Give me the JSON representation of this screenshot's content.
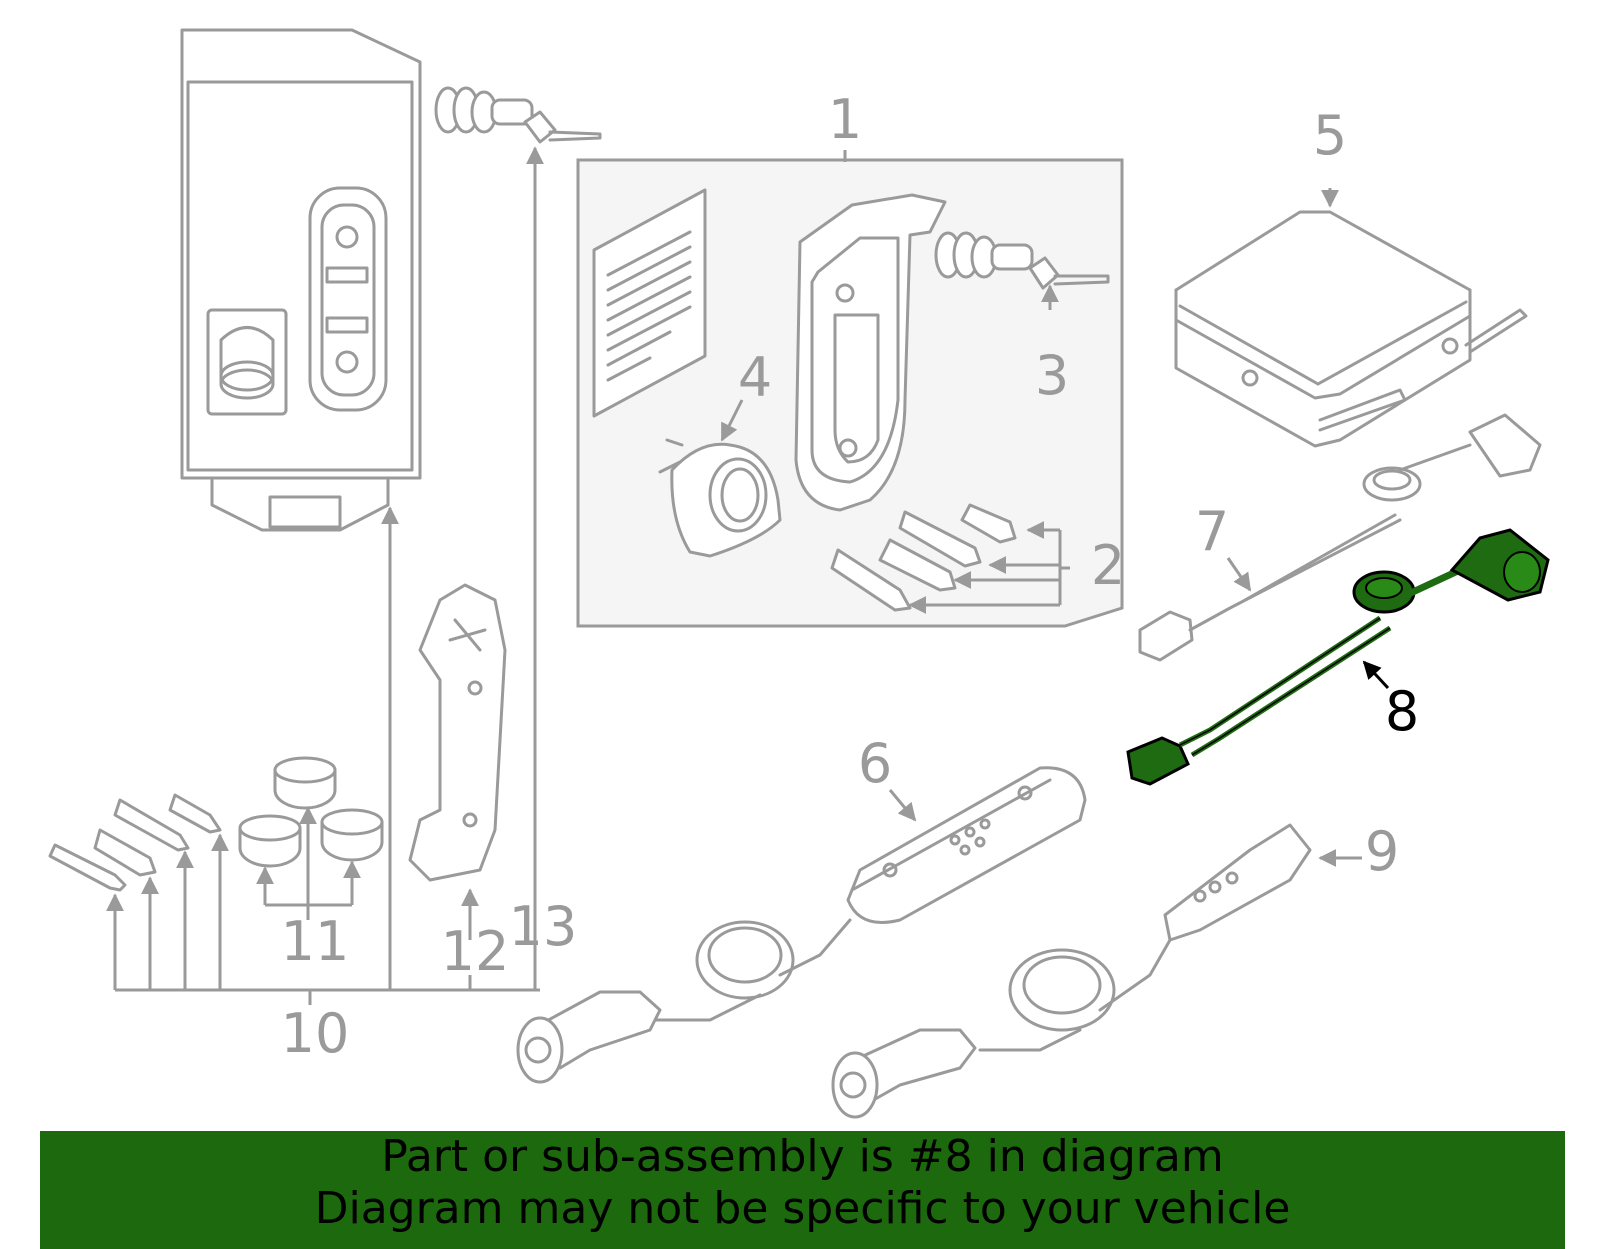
{
  "diagram": {
    "callouts": {
      "c1": "1",
      "c2": "2",
      "c3": "3",
      "c4": "4",
      "c5": "5",
      "c6": "6",
      "c7": "7",
      "c8": "8",
      "c9": "9",
      "c10": "10",
      "c11": "11",
      "c12": "12",
      "c13": "13"
    },
    "highlighted_part": "8",
    "colors": {
      "line": "#9a9a9a",
      "highlight": "#1f6b12",
      "kit_background": "#f5f5f5",
      "banner": "#1d6a0e"
    }
  },
  "footer": {
    "line1": "Part or sub-assembly is #8 in diagram",
    "line2": "Diagram may not be specific to your vehicle"
  }
}
